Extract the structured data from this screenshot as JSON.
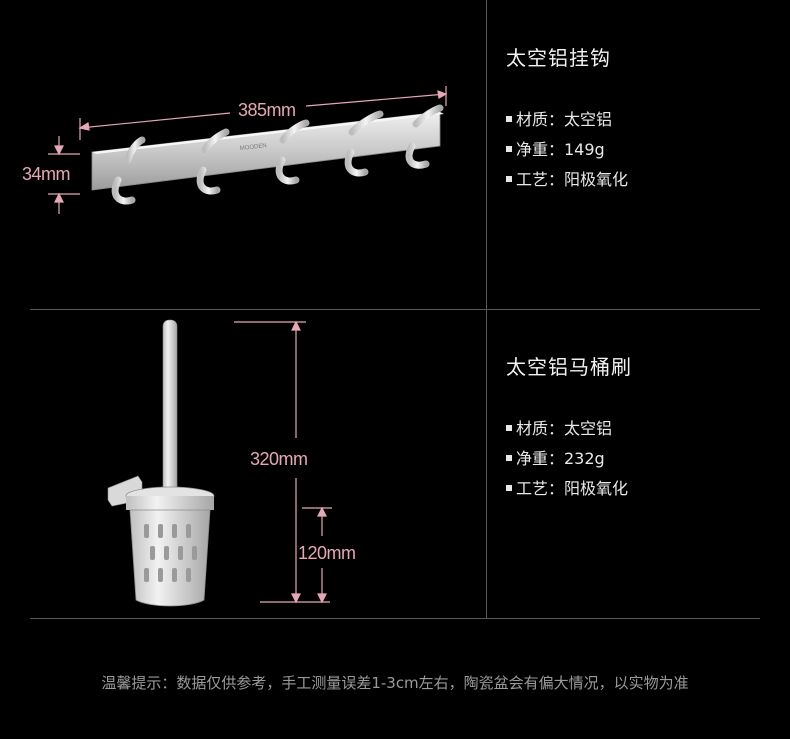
{
  "product1": {
    "title": "太空铝挂钩",
    "specs": [
      "材质：太空铝",
      "净重：149g",
      "工艺：阳极氧化"
    ],
    "dim_length": "385mm",
    "dim_height": "34mm",
    "brand_mark": "MOODEN"
  },
  "product2": {
    "title": "太空铝马桶刷",
    "specs": [
      "材质：太空铝",
      "净重：232g",
      "工艺：阳极氧化"
    ],
    "dim_total": "320mm",
    "dim_cup": "120mm"
  },
  "footer": "温馨提示：数据仅供参考，手工测量误差1-3cm左右，陶瓷盆会有偏大情况，以实物为准",
  "colors": {
    "background": "#000000",
    "dimension": "#e6a8b6",
    "divider": "#5a5a5a"
  }
}
